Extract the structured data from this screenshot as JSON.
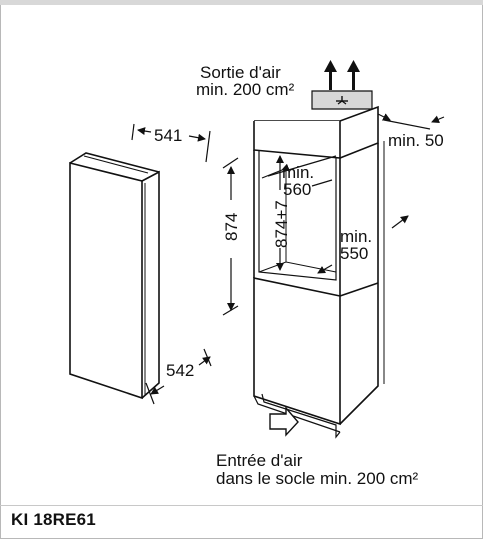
{
  "labels": {
    "outlet_line1": "Sortie d'air",
    "outlet_line2": "min. 200 cm²",
    "width_top": "541",
    "width_bottom": "542",
    "height_appliance": "874",
    "niche_height": "874+7",
    "niche_width_line1": "min.",
    "niche_width_line2": "560",
    "niche_depth_line1": "min.",
    "niche_depth_line2": "550",
    "gap_back": "min. 50",
    "inlet_line1": "Entrée d'air",
    "inlet_line2": "dans le socle  min. 200 cm²"
  },
  "footer": {
    "model": "KI 18RE61"
  }
}
